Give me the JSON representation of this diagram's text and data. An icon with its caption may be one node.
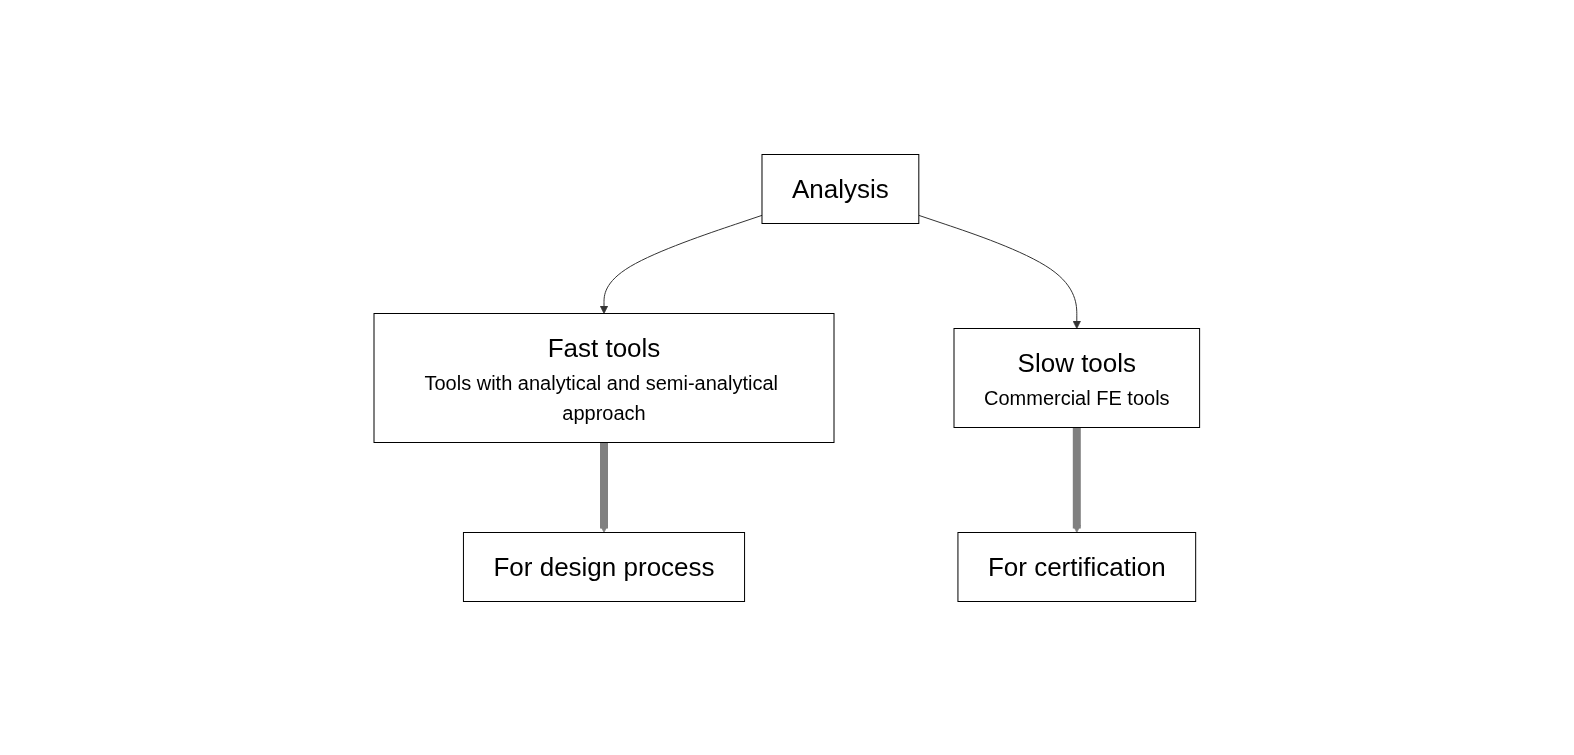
{
  "diagram": {
    "nodes": [
      {
        "text": [
          "Analysis"
        ]
      },
      {
        "text": [
          "Fast tools",
          "Tools with analytical and semi-analytical approach"
        ]
      },
      {
        "text": [
          "Slow tools",
          "Commercial FE tools"
        ]
      },
      {
        "text": [
          "For design process"
        ]
      },
      {
        "text": [
          "For certification"
        ]
      }
    ],
    "edges": [
      {
        "from": 0,
        "to": 1,
        "arrow": "to"
      },
      {
        "from": 0,
        "to": 2,
        "arrow": "to"
      },
      {
        "from": 1,
        "to": 3,
        "arrow": "to",
        "style": "thick",
        "color": "#808080"
      },
      {
        "from": 2,
        "to": 4,
        "arrow": "to",
        "style": "thick",
        "color": "#808080"
      }
    ]
  }
}
